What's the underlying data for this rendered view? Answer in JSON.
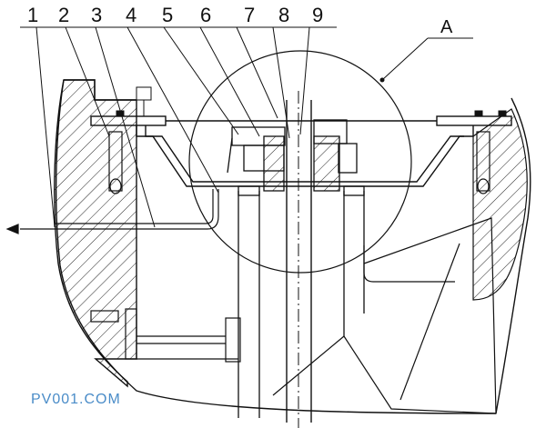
{
  "part_labels": [
    "1",
    "2",
    "3",
    "4",
    "5",
    "6",
    "7",
    "8",
    "9"
  ],
  "detail_label": "A",
  "watermark": "PV001.COM",
  "colors": {
    "line": "#111111",
    "watermark": "#4a8cc8",
    "paper": "#ffffff"
  }
}
